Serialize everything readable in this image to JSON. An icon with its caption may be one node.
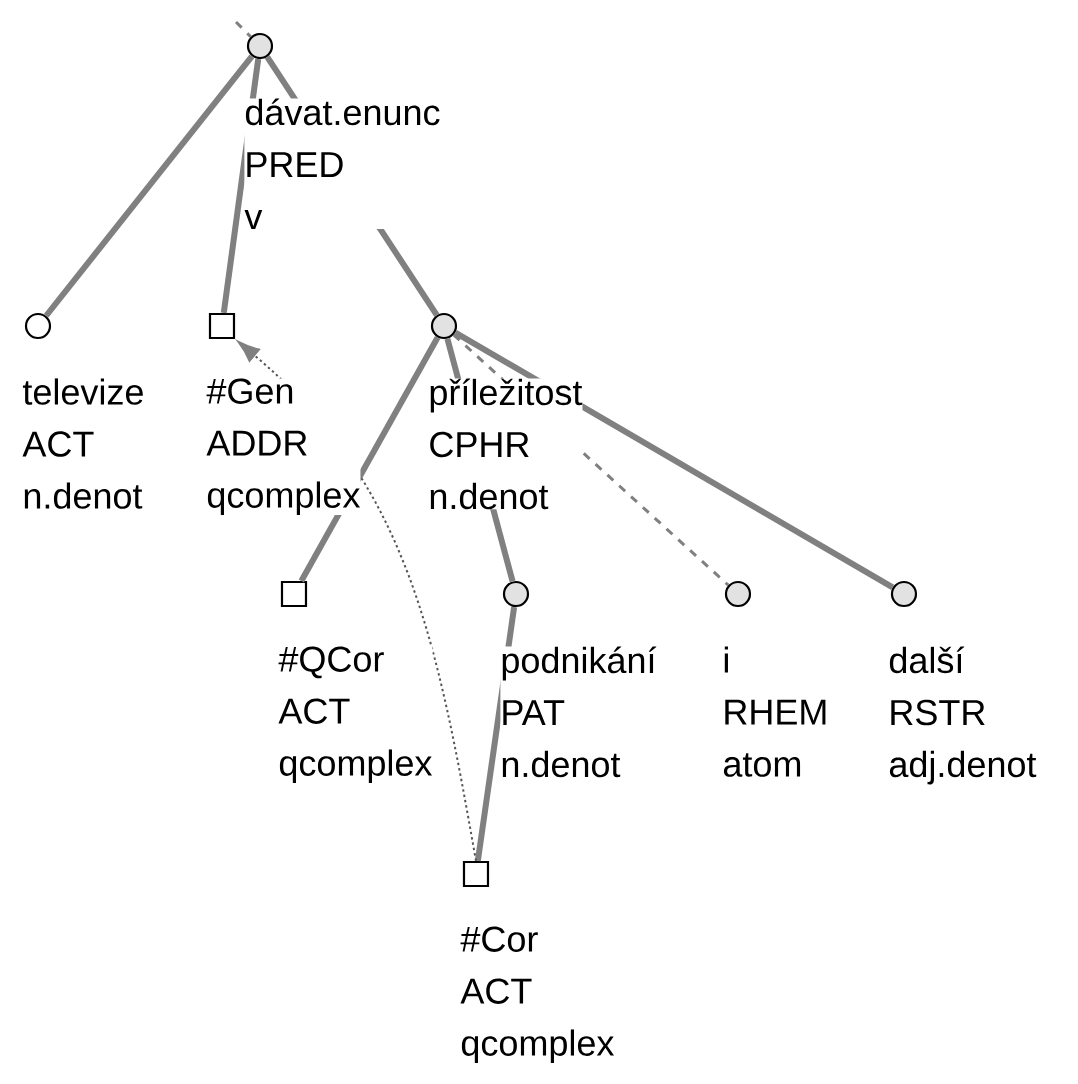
{
  "diagram": {
    "nodes": [
      {
        "text": [],
        "shape": "circle",
        "beside": [
          "dávat.enunc",
          "PRED",
          "v"
        ]
      },
      {
        "text": [],
        "shape": "circle",
        "beside": [
          "televize",
          "ACT",
          "n.denot"
        ]
      },
      {
        "text": [],
        "shape": "box",
        "beside": [
          "#Gen",
          "ADDR",
          "qcomplex"
        ]
      },
      {
        "text": [],
        "shape": "circle",
        "beside": [
          "příležitost",
          "CPHR",
          "n.denot"
        ]
      },
      {
        "text": [],
        "shape": "box",
        "beside": [
          "#QCor",
          "ACT",
          "qcomplex"
        ]
      },
      {
        "text": [],
        "shape": "circle",
        "beside": [
          "podnikání",
          "PAT",
          "n.denot"
        ]
      },
      {
        "text": [],
        "shape": "circle",
        "beside": [
          "i",
          "RHEM",
          "atom"
        ]
      },
      {
        "text": [],
        "shape": "circle",
        "beside": [
          "další",
          "RSTR",
          "adj.denot"
        ]
      },
      {
        "text": [],
        "shape": "box",
        "beside": [
          "#Cor",
          "ACT",
          "qcomplex"
        ]
      }
    ],
    "edges": [
      {
        "from": null,
        "to": 0,
        "arrow": "none",
        "style": "dashed"
      },
      {
        "from": 0,
        "to": 1,
        "arrow": "none"
      },
      {
        "from": 0,
        "to": 2,
        "arrow": "none"
      },
      {
        "from": 0,
        "to": 3,
        "arrow": "none"
      },
      {
        "from": 3,
        "to": 4,
        "arrow": "none"
      },
      {
        "from": 3,
        "to": 5,
        "arrow": "none"
      },
      {
        "from": 3,
        "to": 6,
        "arrow": "none",
        "style": "dashed"
      },
      {
        "from": 3,
        "to": 7,
        "arrow": "none"
      },
      {
        "from": 5,
        "to": 8,
        "arrow": "none"
      },
      {
        "from": 8,
        "to": 2,
        "arrow": "to",
        "style": "dashed",
        "color": "#555555"
      }
    ]
  }
}
